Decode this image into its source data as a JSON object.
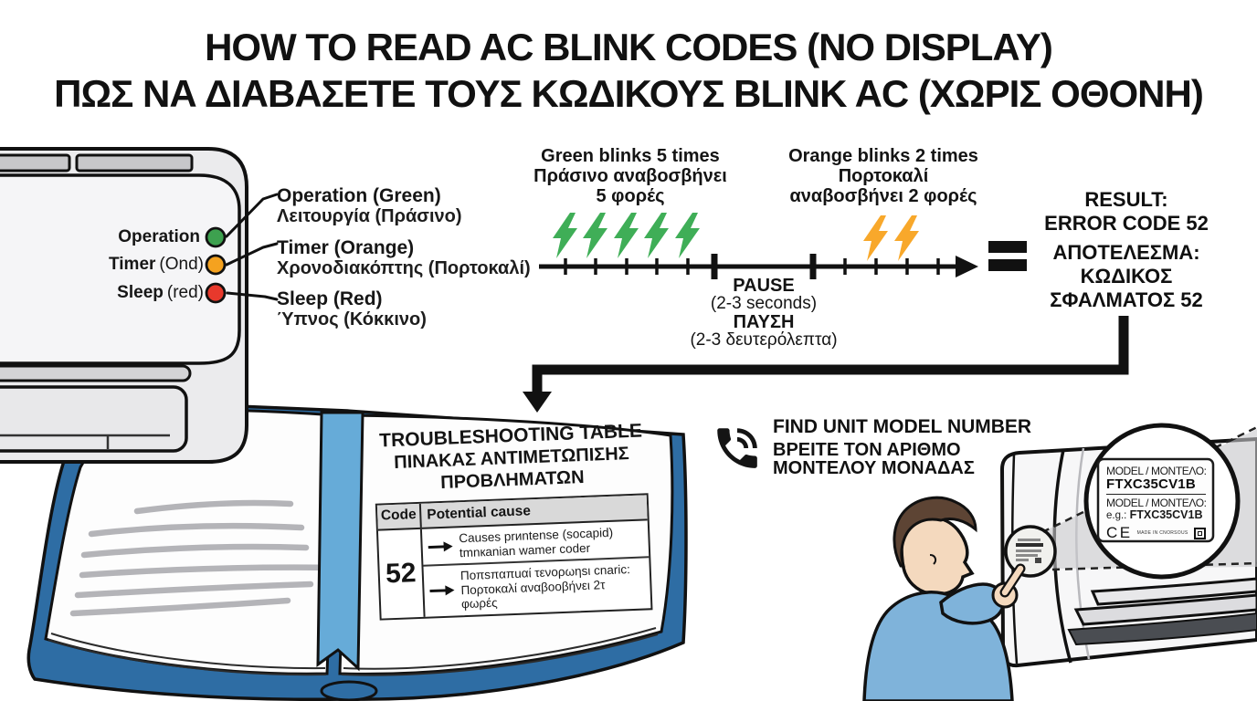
{
  "palette": {
    "led_green": "#3da14f",
    "led_orange": "#f5a21f",
    "led_red": "#e8392c",
    "book_cover_blue": "#2e6da4",
    "ribbon_blue": "#66abd8",
    "shirt_blue": "#7fb3da",
    "ink": "#141414"
  },
  "title": {
    "line1": "HOW TO READ AC BLINK CODES (NO DISPLAY)",
    "line2": "ΠΩΣ ΝΑ ΔΙΑΒΑΣΕΤΕ ΤΟΥΣ ΚΩΔΙΚΟΥΣ BLINK AC (ΧΩΡΙΣ ΟΘΟΝΗ)"
  },
  "ac_panel": {
    "leds": [
      {
        "name": "Operation",
        "paren": "",
        "color": "#3da14f"
      },
      {
        "name": "Timer",
        "paren": "(Ond)",
        "color": "#f5a21f"
      },
      {
        "name": "Sleep",
        "paren": "(red)",
        "color": "#e8392c"
      }
    ],
    "callouts": [
      {
        "en": "Operation (Green)",
        "el": "Λειτουργία (Πράσινο)"
      },
      {
        "en": "Timer (Orange)",
        "el": "Χρονοδιακόπτης (Πορτοκαλί)"
      },
      {
        "en": "Sleep (Red)",
        "el": "Ύπνος (Κόκκινο)"
      }
    ]
  },
  "timeline": {
    "green": {
      "en": "Green blinks 5 times",
      "el1": "Πράσινο αναβοσβήνει",
      "el2": "5 φορές",
      "blink_count": 5,
      "color": "#3fae57"
    },
    "orange": {
      "en": "Orange blinks 2 times",
      "el1": "Πορτοκαλί",
      "el2": "αναβοσβήνει 2 φορές",
      "blink_count": 2,
      "color": "#f8a82b"
    },
    "pause": {
      "en1": "PAUSE",
      "en2": "(2-3 seconds)",
      "el1": "ΠΑΥΣΗ",
      "el2": "(2-3 δευτερόλεπτα)"
    }
  },
  "result": {
    "equals": "=",
    "en1": "RESULT:",
    "en2": "ERROR CODE 52",
    "el1": "ΑΠΟΤΕΛΕΣΜΑ:",
    "el2": "ΚΩΔΙΚΟΣ",
    "el3": "ΣΦΑΛΜΑΤΟΣ 52"
  },
  "book": {
    "title_en": "TROUBLESHOOTING TABLE",
    "title_el1": "ΠΙΝΑΚΑΣ ΑΝΤΙΜΕΤΩΠΙΣΗΣ",
    "title_el2": "ΠΡΟΒΛΗΜΑΤΩΝ",
    "table": {
      "col1": "Code",
      "col2": "Potential cause",
      "code": "52",
      "causes": [
        {
          "line1": "Causes prиntense (socapid)",
          "line2": "tmnкanian wamer coder"
        },
        {
          "line1": "Ποπsπαπuαί τενορωηsι cnaric:",
          "line2": "Πορτοκαλί αναβοοβήνει 2τ φωρές"
        }
      ]
    }
  },
  "find_model": {
    "en": "FIND UNIT MODEL NUMBER",
    "el1": "ΒΡΕΙΤΕ ΤΟΝ ΑΡΙΘΜΟ",
    "el2": "ΜΟΝΤΕΛΟΥ ΜΟΝΑΔΑΣ"
  },
  "model_label": {
    "row1": "MODEL / ΜΟΝΤΕΛΟ:",
    "row2": "FTXC35CV1B",
    "row3": "MODEL / ΜΟΝΤΕΛΟ:",
    "row4_prefix": "e.g.:",
    "row4_value": "FTXC35CV1B",
    "ce_mark": "CE",
    "made_in": "MADE IN CNORSOUS"
  }
}
